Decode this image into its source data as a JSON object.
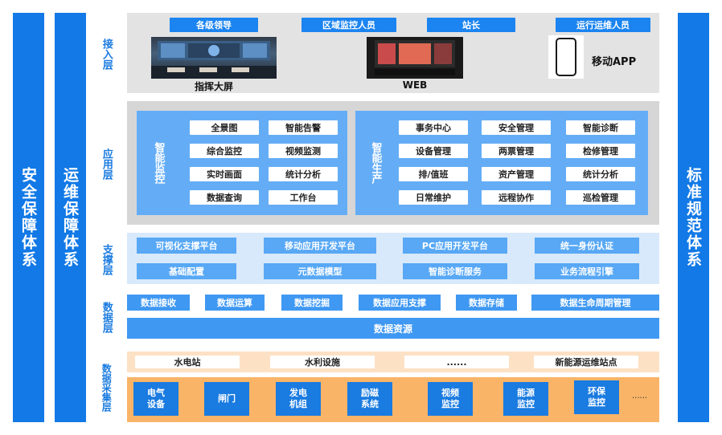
{
  "side_left_1": "安全保障体系",
  "side_left_2": "运维保障体系",
  "side_right": "标准规范体系",
  "layers": {
    "access": "接入层",
    "application": "应用层",
    "support": "支撑层",
    "data": "数据层",
    "collection": "数据采集层"
  },
  "access": {
    "roles": [
      "各级领导",
      "区域监控人员",
      "站长",
      "运行运维人员"
    ],
    "terminals": [
      "指挥大屏",
      "WEB",
      "移动APP"
    ]
  },
  "application": {
    "smart_monitoring": {
      "title": "智能监控",
      "items": [
        "全景图",
        "智能告警",
        "综合监控",
        "视频监测",
        "实时画面",
        "统计分析",
        "数据查询",
        "工作台"
      ]
    },
    "smart_production": {
      "title": "智能生产",
      "items": [
        "事务中心",
        "安全管理",
        "智能诊断",
        "设备管理",
        "两票管理",
        "检修管理",
        "排/值班",
        "资产管理",
        "统计分析",
        "日常维护",
        "远程协作",
        "巡检管理"
      ]
    }
  },
  "support": {
    "items": [
      "可视化支撑平台",
      "移动应用开发平台",
      "PC应用开发平台",
      "统一身份认证",
      "基础配置",
      "元数据模型",
      "智能诊断服务",
      "业务流程引擎"
    ]
  },
  "data": {
    "items": [
      "数据接收",
      "数据运算",
      "数据挖掘",
      "数据应用支撑",
      "数据存储",
      "数据生命周期管理"
    ],
    "resource": "数据资源"
  },
  "collection": {
    "sites": [
      "水电站",
      "水利设施",
      "......",
      "新能源运维站点"
    ],
    "devices": [
      "电气设备",
      "闸门",
      "发电机组",
      "励磁系统",
      "视频监控",
      "能源监控",
      "环保监控"
    ],
    "more": "......"
  }
}
